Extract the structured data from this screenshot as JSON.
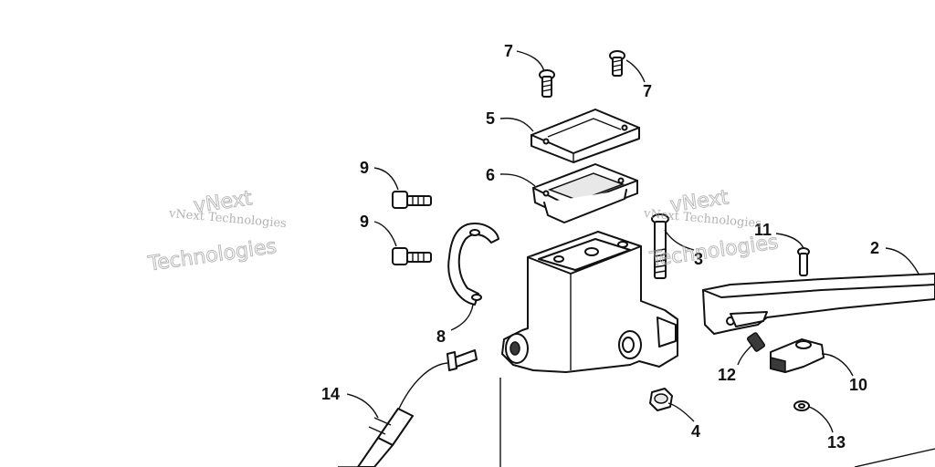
{
  "callouts": {
    "c7a": "7",
    "c7b": "7",
    "c5": "5",
    "c6": "6",
    "c9a": "9",
    "c9b": "9",
    "c8": "8",
    "c3": "3",
    "c11": "11",
    "c2": "2",
    "c12": "12",
    "c10": "10",
    "c4": "4",
    "c13": "13",
    "c14": "14"
  },
  "watermark": {
    "small_text": "vNext Technologies",
    "large_line1": "vNext",
    "large_line2": "Technologies"
  }
}
